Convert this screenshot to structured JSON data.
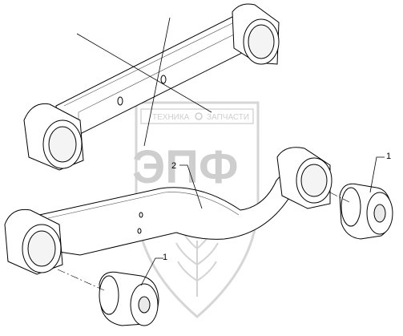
{
  "watermark": {
    "top_text_left": "ТЕХНИКА",
    "top_text_right": "ЗАПЧАСТИ",
    "main_text": "ЭПФ"
  },
  "callouts": {
    "part_2": "2",
    "part_1_right": "1",
    "part_1_bottom": "1"
  }
}
